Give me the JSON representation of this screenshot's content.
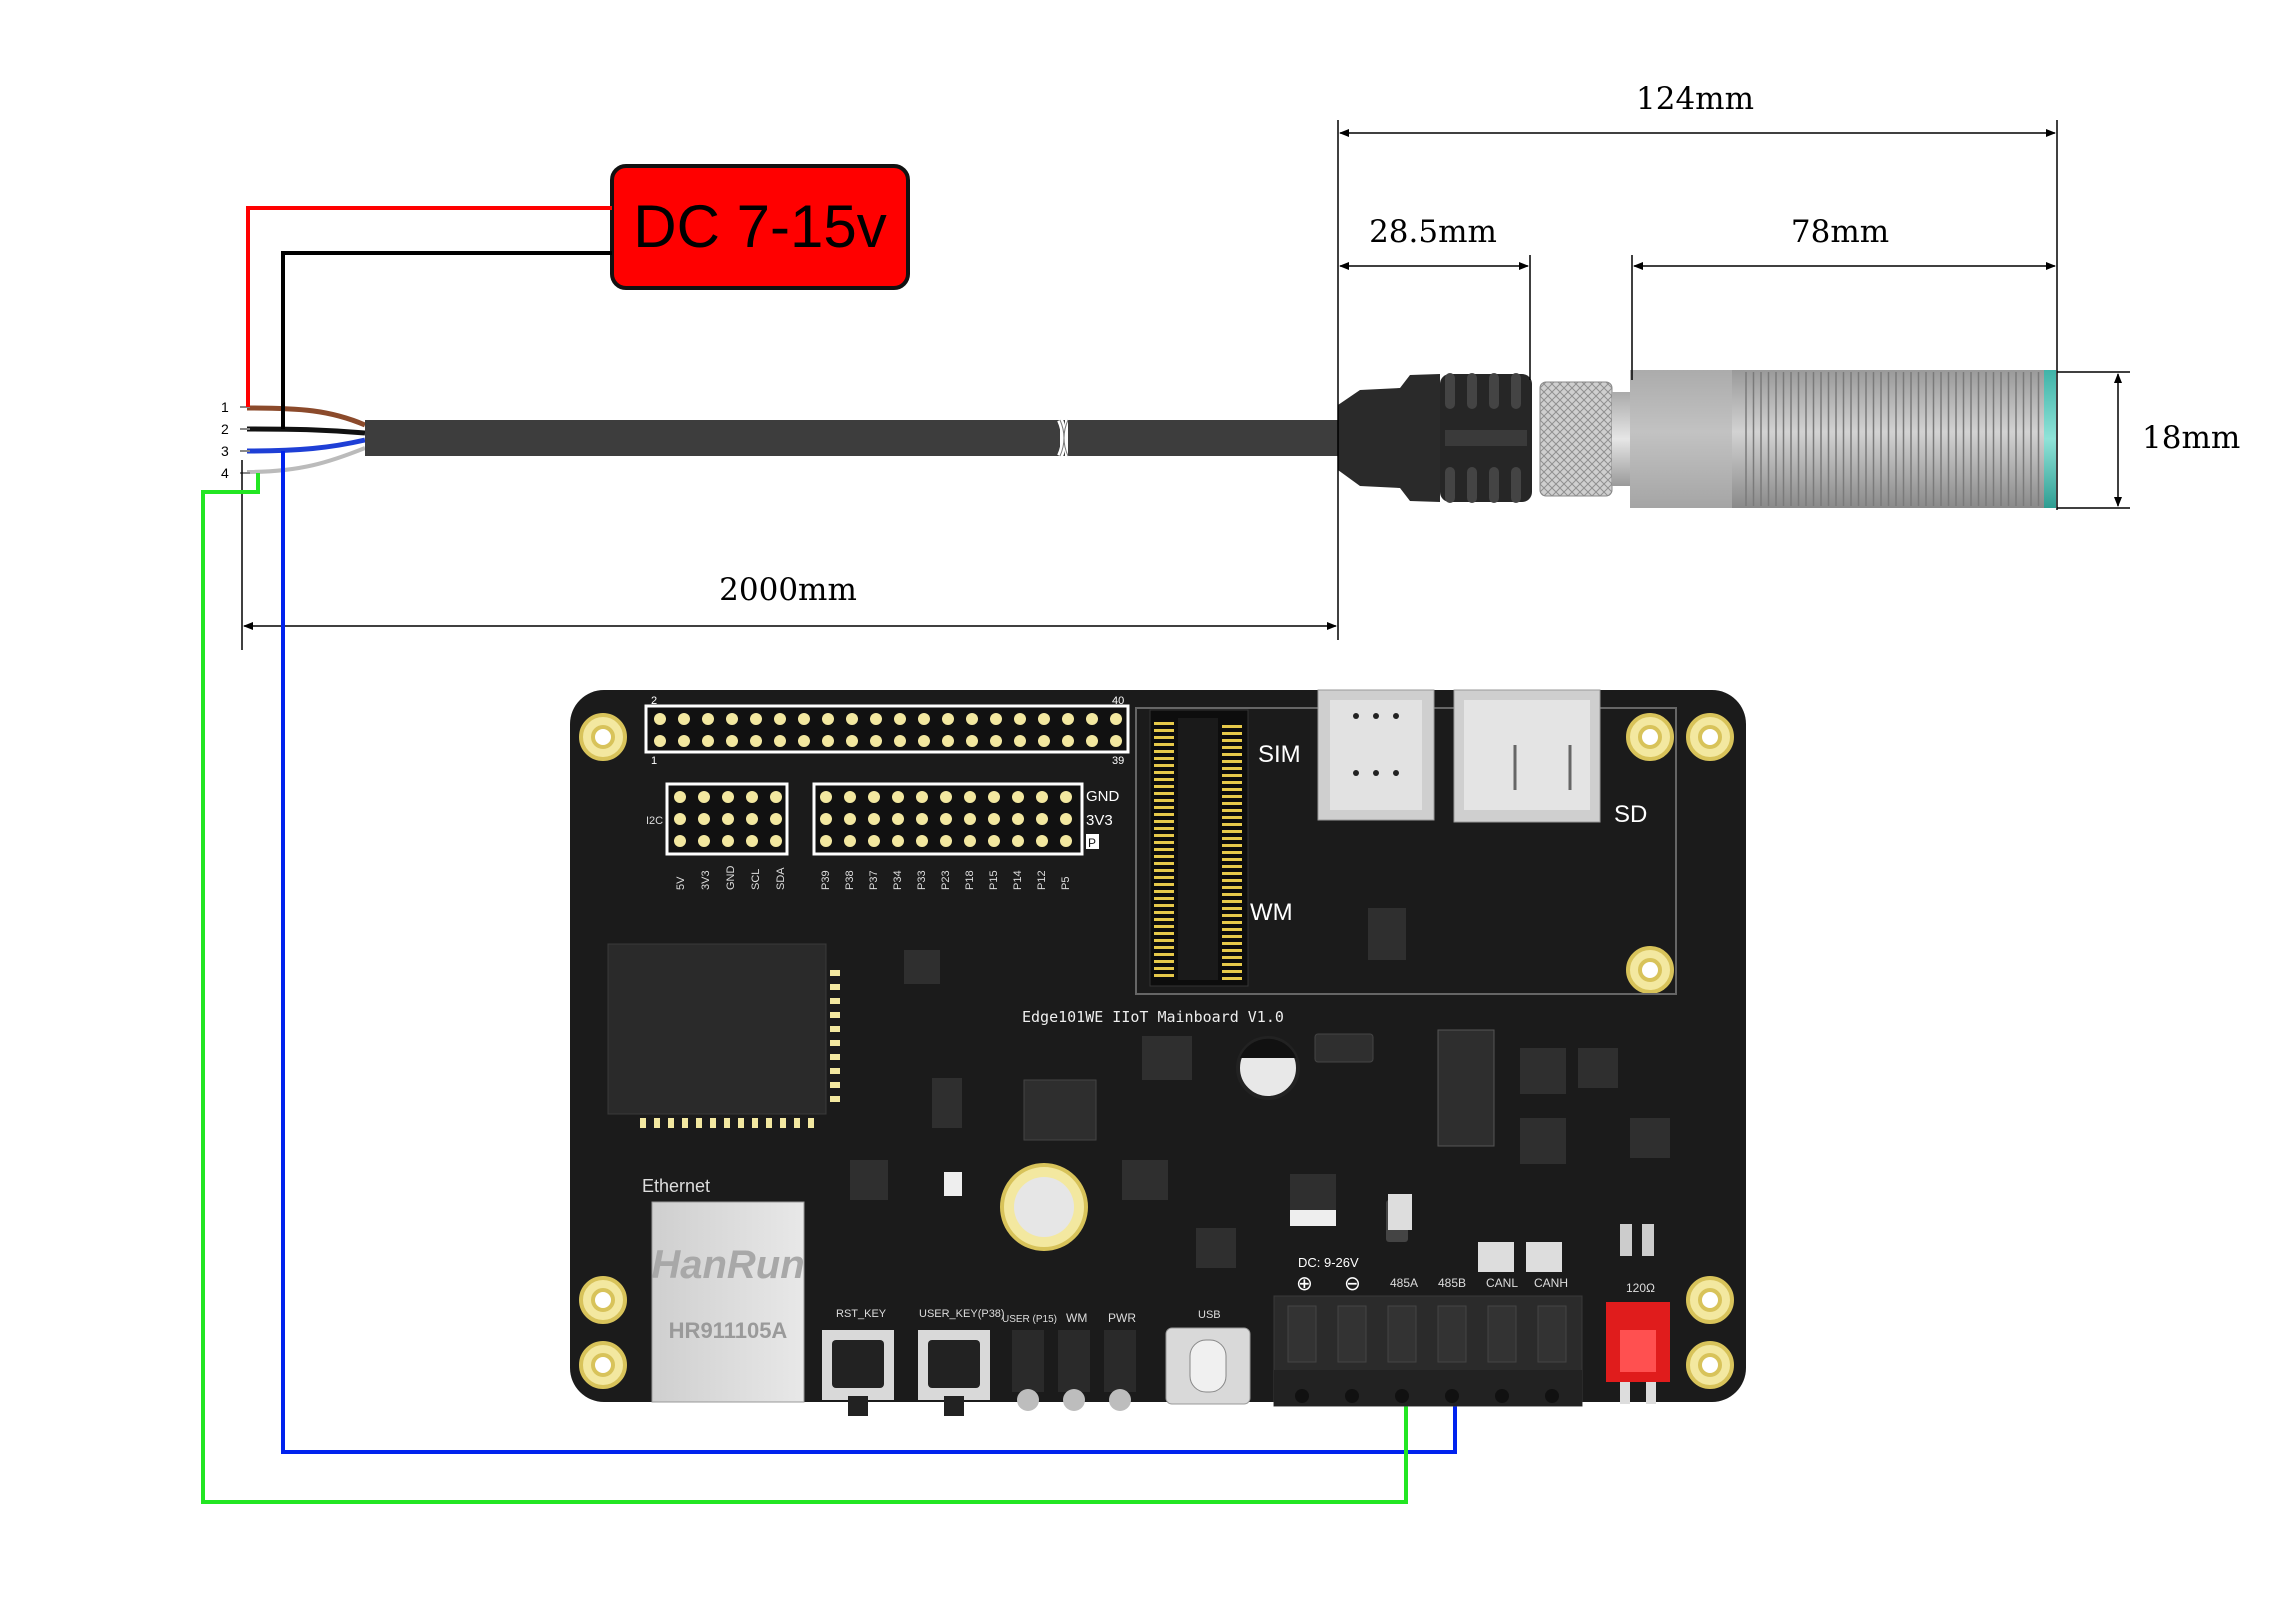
{
  "power": {
    "label": "DC 7-15v",
    "color": "#ff0000"
  },
  "pins": [
    "1",
    "2",
    "3",
    "4"
  ],
  "dimensions": {
    "total_length": "124mm",
    "connector_length": "28.5mm",
    "sensor_length": "78mm",
    "diameter": "18mm",
    "cable_length": "2000mm"
  },
  "wire_colors": {
    "red": "#ff0000",
    "black": "#000000",
    "blue": "#0000ff",
    "green": "#22e622"
  },
  "board": {
    "title": "Edge101WE IIoT Mainboard V1.0",
    "header_pin_top_left": "2",
    "header_pin_top_right": "40",
    "header_pin_bottom_left": "1",
    "header_pin_bottom_right": "39",
    "gpio_right_labels": [
      "GND",
      "3V3",
      "P"
    ],
    "i2c_label": "I2C",
    "i2c_pin_labels": [
      "5V",
      "3V3",
      "GND",
      "SCL",
      "SDA"
    ],
    "gpio_pin_labels": [
      "P39",
      "P38",
      "P37",
      "P34",
      "P33",
      "P23",
      "P18",
      "P15",
      "P14",
      "P12",
      "P5"
    ],
    "slot_labels": {
      "sim": "SIM",
      "sd": "SD",
      "wm": "WM"
    },
    "ethernet_label": "Ethernet",
    "rj45_brand": "HanRun",
    "rj45_model": "HR911105A",
    "button_labels": [
      "RST_KEY",
      "USER_KEY(P38)"
    ],
    "led_labels": [
      "USER (P15)",
      "WM",
      "PWR"
    ],
    "usb_label": "USB",
    "terminal_power_label": "DC: 9-26V",
    "terminal_plus": "⊕",
    "terminal_minus": "⊖",
    "terminal_labels": [
      "485A",
      "485B",
      "CANL",
      "CANH"
    ],
    "resistor_label": "120Ω"
  }
}
